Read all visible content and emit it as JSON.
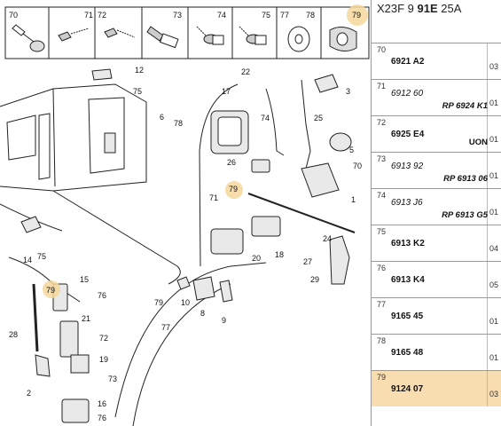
{
  "header": {
    "prefix": "X23F 9 ",
    "bold": "91E",
    "suffix": " 25A"
  },
  "strip_labels": [
    "70",
    "71",
    "72",
    "73",
    "74",
    "75",
    "77",
    "78",
    "79"
  ],
  "callouts": [
    "12",
    "75",
    "6",
    "78",
    "22",
    "3",
    "17",
    "25",
    "5",
    "74",
    "26",
    "70",
    "79",
    "71",
    "1",
    "14",
    "75",
    "20",
    "18",
    "27",
    "24",
    "29",
    "15",
    "79",
    "76",
    "28",
    "21",
    "72",
    "19",
    "73",
    "2",
    "16",
    "76",
    "10",
    "8",
    "9",
    "79",
    "77"
  ],
  "footer_text": "",
  "rows": [
    {
      "idx": "70",
      "code": "6921 A2",
      "italic": false,
      "ref": "",
      "qty": "03"
    },
    {
      "idx": "71",
      "code": "6912 60",
      "italic": true,
      "ref": "RP 6924 K1",
      "qty": "01"
    },
    {
      "idx": "72",
      "code": "6925 E4",
      "italic": false,
      "ref": "UON",
      "qty": "01"
    },
    {
      "idx": "73",
      "code": "6913 92",
      "italic": true,
      "ref": "RP 6913 06",
      "qty": "01"
    },
    {
      "idx": "74",
      "code": "6913 J6",
      "italic": true,
      "ref": "RP 6913 G5",
      "qty": "01"
    },
    {
      "idx": "75",
      "code": "6913 K2",
      "italic": false,
      "ref": "",
      "qty": "04"
    },
    {
      "idx": "76",
      "code": "6913 K4",
      "italic": false,
      "ref": "",
      "qty": "05"
    },
    {
      "idx": "77",
      "code": "9165 45",
      "italic": false,
      "ref": "",
      "qty": "01"
    },
    {
      "idx": "78",
      "code": "9165 48",
      "italic": false,
      "ref": "",
      "qty": "01"
    },
    {
      "idx": "79",
      "code": "9124 07",
      "italic": false,
      "ref": "",
      "qty": "03",
      "selected": true
    }
  ]
}
